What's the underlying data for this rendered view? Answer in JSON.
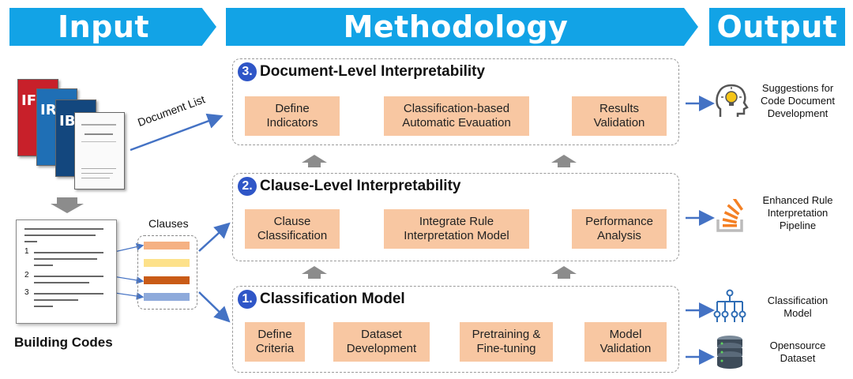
{
  "banners": {
    "input": "Input",
    "methodology": "Methodology",
    "output": "Output"
  },
  "input": {
    "document_list_label": "Document List",
    "clauses_label": "Clauses",
    "building_codes_label": "Building Codes",
    "doc_covers": [
      "IFC",
      "IRC",
      "IBC"
    ],
    "clause_numbers": [
      "1",
      "2",
      "3"
    ],
    "clause_colors": [
      "#f5b183",
      "#fde18a",
      "#c95b17",
      "#8eaadb"
    ]
  },
  "panels": {
    "document": {
      "number": "3.",
      "title": "Document-Level Interpretability",
      "steps": [
        "Define\nIndicators",
        "Classification-based\nAutomatic Evauation",
        "Results\nValidation"
      ]
    },
    "clause": {
      "number": "2.",
      "title": "Clause-Level Interpretability",
      "steps": [
        "Clause\nClassification",
        "Integrate Rule\nInterpretation Model",
        "Performance\nAnalysis"
      ]
    },
    "classification": {
      "number": "1.",
      "title": "Classification Model",
      "steps": [
        "Define\nCriteria",
        "Dataset\nDevelopment",
        "Pretraining &\nFine-tuning",
        "Model\nValidation"
      ]
    }
  },
  "outputs": [
    {
      "icon": "head-lightbulb-icon",
      "label": "Suggestions for\nCode Document\nDevelopment"
    },
    {
      "icon": "stack-overflow-icon",
      "label": "Enhanced Rule\nInterpretation\nPipeline"
    },
    {
      "icon": "neural-network-icon",
      "label": "Classification\nModel"
    },
    {
      "icon": "database-icon",
      "label": "Opensource\nDataset"
    }
  ],
  "colors": {
    "banner": "#12a3e6",
    "step_box": "#f8c7a2",
    "arrow_blue": "#4472c4",
    "panel_number": "#2f56c7",
    "grey_arrow": "#8c8c8c"
  }
}
